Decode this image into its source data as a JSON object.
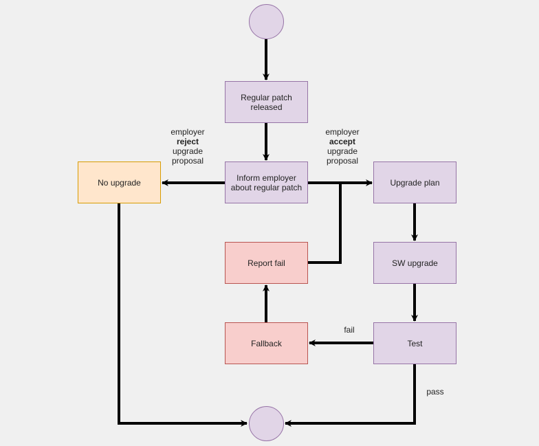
{
  "nodes": {
    "regular_patch": {
      "line1": "Regular patch",
      "line2": "released"
    },
    "inform_employer": {
      "line1": "Inform employer",
      "line2": "about regular patch"
    },
    "no_upgrade": {
      "label": "No upgrade"
    },
    "upgrade_plan": {
      "label": "Upgrade plan"
    },
    "report_fail": {
      "label": "Report fail"
    },
    "sw_upgrade": {
      "label": "SW upgrade"
    },
    "fallback": {
      "label": "Fallback"
    },
    "test": {
      "label": "Test"
    }
  },
  "edge_labels": {
    "reject": {
      "line1": "employer",
      "line2": "reject",
      "line3": "upgrade",
      "line4": "proposal"
    },
    "accept": {
      "line1": "employer",
      "line2": "accept",
      "line3": "upgrade",
      "line4": "proposal"
    },
    "fail": "fail",
    "pass": "pass"
  },
  "colors": {
    "process_fill": "#e1d5e7",
    "process_stroke": "#9673a6",
    "warning_fill": "#ffe6cc",
    "warning_stroke": "#d79b00",
    "error_fill": "#f8cecc",
    "error_stroke": "#b85450",
    "edge": "#000000"
  }
}
